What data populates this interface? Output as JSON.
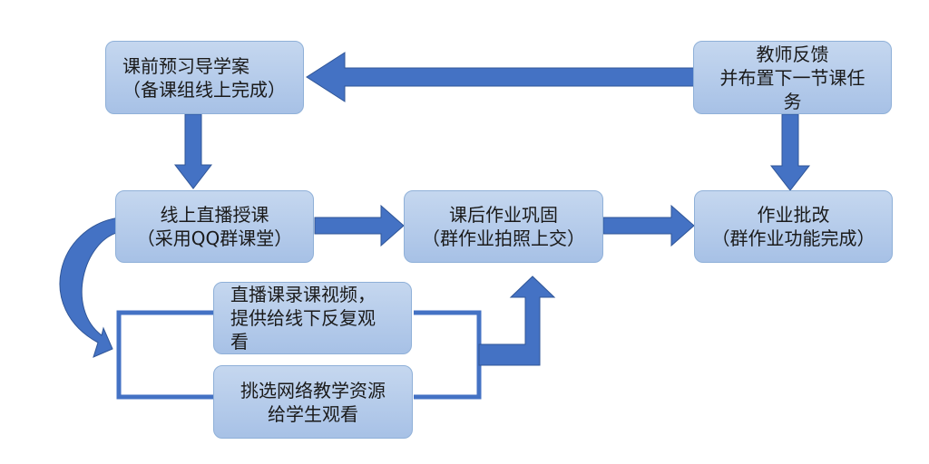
{
  "colors": {
    "arrow": "#4472c4",
    "arrow_dark": "#2f5597",
    "node_fill": "#b4cae9",
    "node_border": "#8fb0d8"
  },
  "nodes": {
    "preview": {
      "line1": "课前预习导学案",
      "line2": "（备课组线上完成）"
    },
    "feedback": {
      "line1": "教师反馈",
      "line2": "并布置下一节课任",
      "line3": "务"
    },
    "live": {
      "line1": "线上直播授课",
      "line2": "（采用QQ群课堂）"
    },
    "homework": {
      "line1": "课后作业巩固",
      "line2": "（群作业拍照上交）"
    },
    "grading": {
      "line1": "作业批改",
      "line2": "（群作业功能完成）"
    },
    "recording": {
      "line1": "直播课录课视频，",
      "line2": "提供给线下反复观",
      "line3": "看"
    },
    "resources": {
      "line1": "挑选网络教学资源",
      "line2": "给学生观看"
    }
  }
}
